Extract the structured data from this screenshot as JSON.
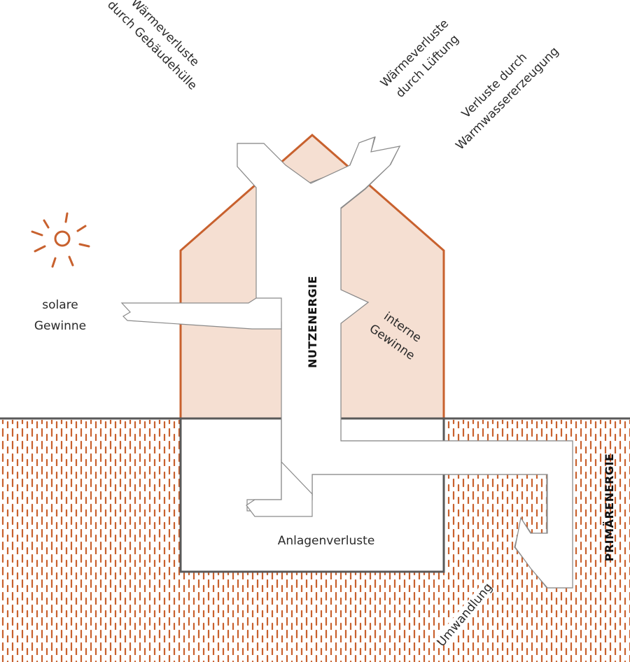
{
  "labels": {
    "waermeverluste_huelle": [
      "Wärmeverluste",
      "durch Gebäudehülle"
    ],
    "waermeverluste_lueftung": [
      "Wärmeverluste",
      "durch Lüftung"
    ],
    "verluste_warmwasser": [
      "Verluste durch",
      "Warmwassererzeugung"
    ],
    "solare_gewinne": [
      "solare",
      "Gewinne"
    ],
    "interne_gewinne": [
      "interne",
      "Gewinne"
    ],
    "nutzenergie": "NUTZENERGIE",
    "primaerenergie": "PRIMÄRENERGIE",
    "anlagenverluste": "Anlagenverluste",
    "umwandlung": "Umwandlung"
  },
  "colors": {
    "house_fill": "#f5dfd2",
    "house_stroke": "#c8612e",
    "ground_stroke": "#595959",
    "soil_dash": "#c8612e",
    "sun": "#c8612e",
    "arrow_fill": "#ffffff",
    "arrow_stroke": "#8a8a8a"
  }
}
